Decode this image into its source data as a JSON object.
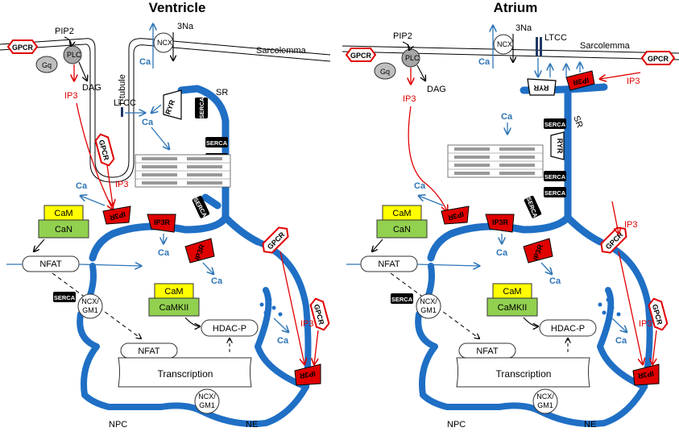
{
  "panels": [
    {
      "title": "Ventricle",
      "labels": {
        "gpcr": "GPCR",
        "gq": "Gq",
        "plc": "PLC",
        "pip2": "PIP2",
        "dag": "DAG",
        "ip3": "IP3",
        "ttubule": "T-tubule",
        "ncx": "NCX",
        "na3": "3Na",
        "sarcolemma": "Sarcolemma",
        "ltcc": "LTCC",
        "ryr": "RYR",
        "sr": "SR",
        "serca": "SERCA",
        "ca": "Ca",
        "cam": "CaM",
        "can": "CaN",
        "nfat": "NFAT",
        "ip3r": "IP3R",
        "camkii": "CaMKII",
        "hdacp": "HDAC-P",
        "transcription": "Transcription",
        "ncxgm1": "NCX/ GM1",
        "npc": "NPC",
        "ne": "NE"
      }
    },
    {
      "title": "Atrium",
      "labels": {
        "gpcr": "GPCR",
        "gq": "Gq",
        "plc": "PLC",
        "pip2": "PIP2",
        "dag": "DAG",
        "ip3": "IP3",
        "ncx": "NCX",
        "na3": "3Na",
        "sarcolemma": "Sarcolemma",
        "ltcc": "LTCC",
        "ryr": "RYR",
        "sr": "SR",
        "serca": "SERCA",
        "ca": "Ca",
        "cam": "CaM",
        "can": "CaN",
        "nfat": "NFAT",
        "ip3r": "IP3R",
        "camkii": "CaMKII",
        "hdacp": "HDAC-P",
        "transcription": "Transcription",
        "ncxgm1": "NCX/ GM1",
        "npc": "NPC",
        "ne": "NE"
      }
    }
  ],
  "colors": {
    "sr_blue": "#1f6fc5",
    "arrow_blue": "#2e75b6",
    "ip3_red": "#e00000",
    "cam_yellow": "#ffff00",
    "can_green": "#92d050",
    "serca_black": "#000000"
  }
}
